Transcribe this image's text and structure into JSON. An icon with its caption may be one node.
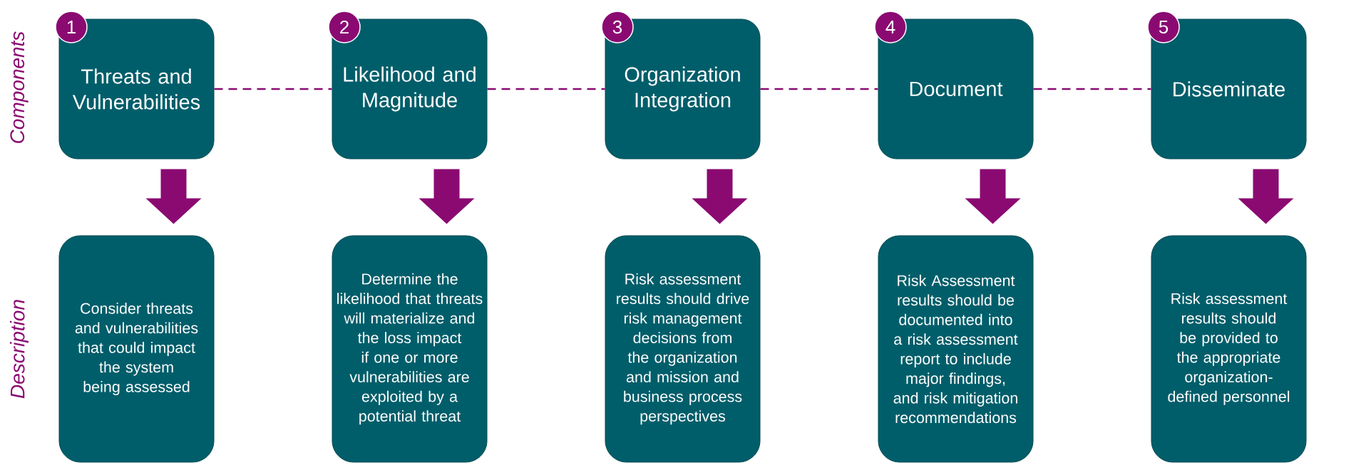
{
  "diagram": {
    "nodes": [
      {
        "text": [
          "1"
        ]
      },
      {
        "text": [
          "2"
        ]
      },
      {
        "text": [
          "3"
        ]
      },
      {
        "text": [
          "4"
        ]
      },
      {
        "text": [
          "5"
        ]
      },
      {
        "text": [
          "Threats and Vulnerabilities"
        ]
      },
      {
        "text": [
          "Likelihood and Magnitude"
        ]
      },
      {
        "text": [
          "Organization Integration"
        ]
      },
      {
        "text": [
          "Document"
        ]
      },
      {
        "text": [
          "Disseminate"
        ]
      },
      {
        "text": [
          "Consider threats and vulnerabilities that could impact the system being assessed"
        ]
      },
      {
        "text": [
          "Determine the likelihood that threats will materialize and the loss impact if one or more vulnerabilities are exploited by a potential threat"
        ]
      },
      {
        "text": [
          "Risk assessment results should drive risk management decisions from the organization and mission and business process perspectives"
        ]
      },
      {
        "text": [
          "Risk Assessment results should be documented into a risk assessment report to include major findings, and risk mitigation recommendations"
        ]
      },
      {
        "text": [
          "Risk assessment results should be provided to the appropriate organization-defined personnel"
        ]
      }
    ],
    "edges": [
      {
        "from": 5,
        "to": 10,
        "arrow": "to"
      },
      {
        "from": 6,
        "to": 11,
        "arrow": "to"
      },
      {
        "from": 7,
        "to": 12,
        "arrow": "to"
      },
      {
        "from": 8,
        "to": 13,
        "arrow": "to"
      },
      {
        "from": 9,
        "to": 14,
        "arrow": "to"
      },
      {
        "from": 5,
        "to": 6,
        "arrow": "none",
        "style": "dashed"
      },
      {
        "from": 6,
        "to": 7,
        "arrow": "none",
        "style": "dashed"
      },
      {
        "from": 7,
        "to": 8,
        "arrow": "none",
        "style": "dashed"
      },
      {
        "from": 8,
        "to": 9,
        "arrow": "none",
        "style": "dashed"
      }
    ],
    "labels": [
      "Components",
      "Description"
    ]
  }
}
